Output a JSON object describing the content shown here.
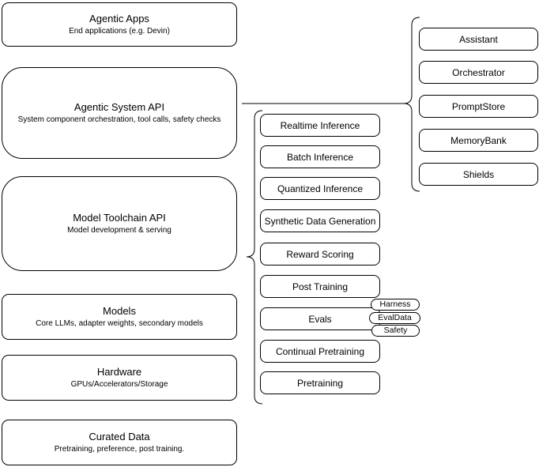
{
  "diagram": {
    "colors": {
      "background": "#ffffff",
      "stroke": "#000000",
      "text": "#000000"
    },
    "left_stack": [
      {
        "title": "Agentic Apps",
        "subtitle": "End applications (e.g. Devin)"
      },
      {
        "title": "Agentic System API",
        "subtitle": "System component orchestration, tool calls, safety checks"
      },
      {
        "title": "Model Toolchain API",
        "subtitle": "Model development & serving"
      },
      {
        "title": "Models",
        "subtitle": "Core LLMs, adapter weights, secondary models"
      },
      {
        "title": "Hardware",
        "subtitle": "GPUs/Accelerators/Storage"
      },
      {
        "title": "Curated Data",
        "subtitle": "Pretraining, preference, post training."
      }
    ],
    "toolchain_group": {
      "items": [
        "Realtime Inference",
        "Batch Inference",
        "Quantized Inference",
        "Synthetic Data Generation",
        "Reward Scoring",
        "Post Training",
        "Evals",
        "Continual Pretraining",
        "Pretraining"
      ],
      "evals_tags": [
        "Harness",
        "EvalData",
        "Safety"
      ]
    },
    "system_group": {
      "items": [
        "Assistant",
        "Orchestrator",
        "PromptStore",
        "MemoryBank",
        "Shields"
      ]
    }
  }
}
